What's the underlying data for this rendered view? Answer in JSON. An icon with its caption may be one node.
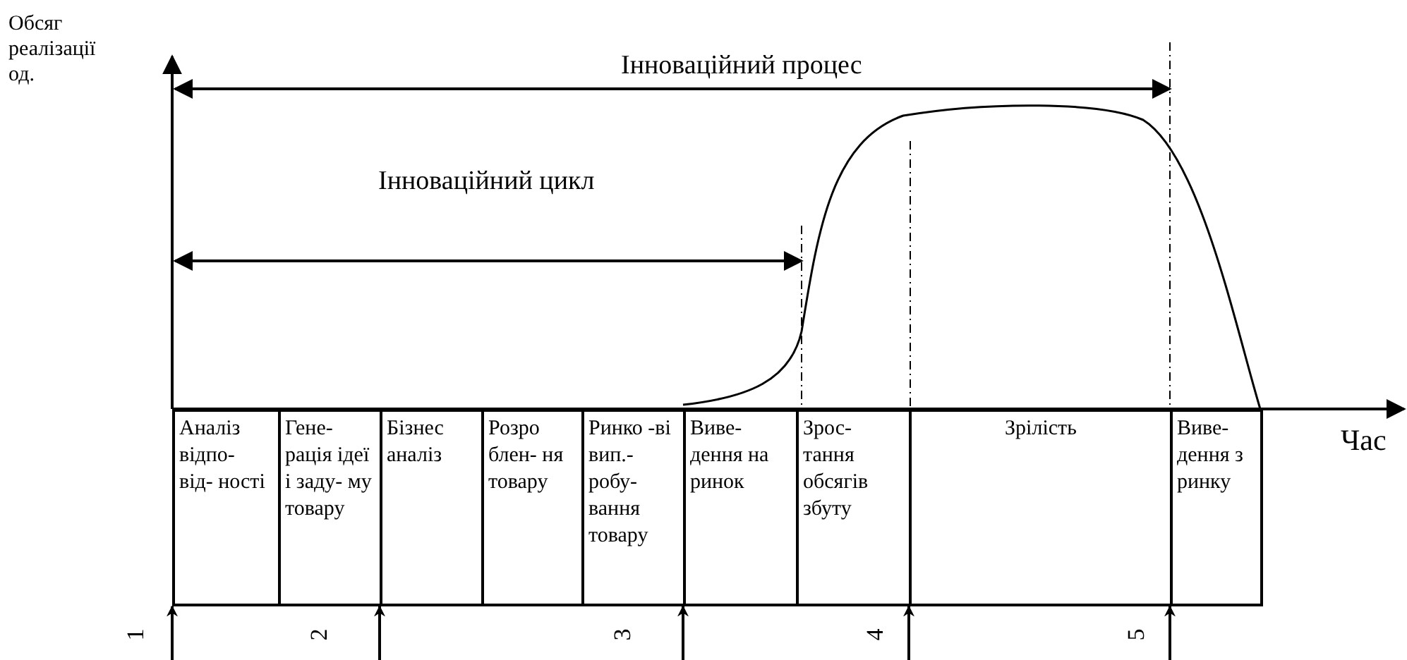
{
  "diagram": {
    "nodes": [
      {
        "text": [
          "Аналіз відпо- від- ності"
        ]
      },
      {
        "text": [
          "Гене- рація ідеї і заду- му товару"
        ]
      },
      {
        "text": [
          "Бізнес аналіз"
        ]
      },
      {
        "text": [
          "Розро блен- ня товару"
        ]
      },
      {
        "text": [
          "Ринко -ві вип.- робу- вання товару"
        ]
      },
      {
        "text": [
          "Виве- дення на ринок"
        ]
      },
      {
        "text": [
          "Зрос- тання обсягів збуту"
        ]
      },
      {
        "text": [
          "Зрілість"
        ]
      },
      {
        "text": [
          "Виве- дення з ринку"
        ]
      }
    ],
    "edges": [
      {
        "from": null,
        "to": 0,
        "arrow": "to"
      },
      {
        "from": null,
        "to": 2,
        "arrow": "to"
      },
      {
        "from": null,
        "to": 5,
        "arrow": "to"
      },
      {
        "from": null,
        "to": 7,
        "arrow": "to"
      },
      {
        "from": null,
        "to": 8,
        "arrow": "to"
      }
    ],
    "labels": [
      "Обсяг реалізації од.",
      "Інноваційний процес",
      "Інноваційний цикл",
      "Час",
      "1",
      "2",
      "3",
      "4",
      "5"
    ]
  }
}
